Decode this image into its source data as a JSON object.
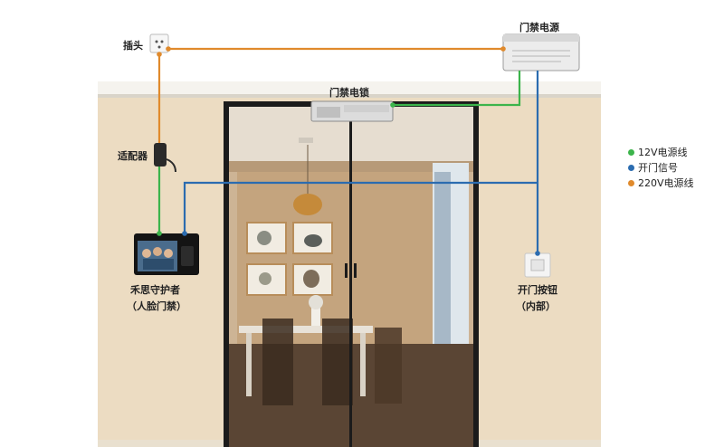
{
  "labels": {
    "outlet": "插头",
    "access_power": "门禁电源",
    "electric_lock": "门禁电锁",
    "adapter": "适配器",
    "device_name": "禾思守护者",
    "device_sub": "（人脸门禁）",
    "exit_button": "开门按钮",
    "exit_button_sub": "（内部）"
  },
  "legend": [
    {
      "label": "12V电源线",
      "color": "#3cb44b"
    },
    {
      "label": "开门信号",
      "color": "#2b6cb0"
    },
    {
      "label": "220V电源线",
      "color": "#e08a2c"
    }
  ],
  "colors": {
    "wire_12v": "#3cb44b",
    "wire_signal": "#2b6cb0",
    "wire_220v": "#e08a2c",
    "wall": "#ecdcc2",
    "frame": "#1b1b1b"
  }
}
